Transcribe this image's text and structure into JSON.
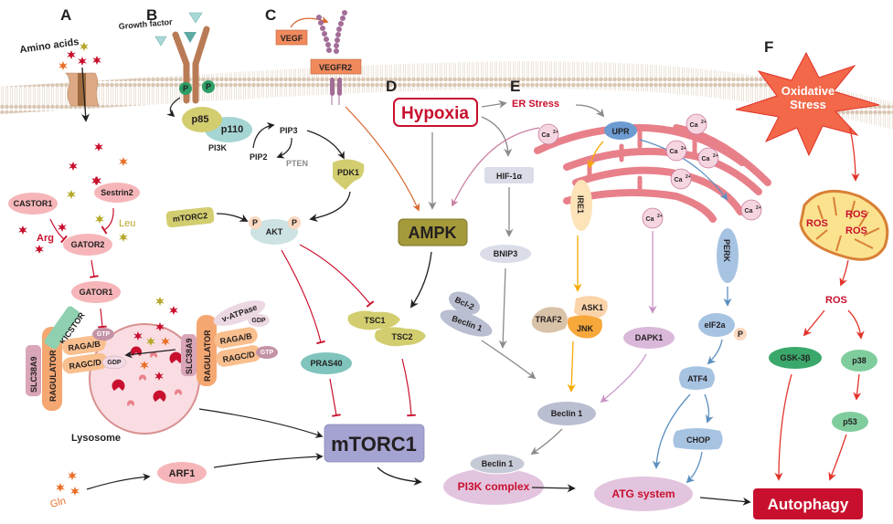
{
  "panels": [
    "A",
    "B",
    "C",
    "D",
    "E",
    "F"
  ],
  "panel_a": {
    "amino_acids": "Amino acids",
    "castor1": "CASTOR1",
    "sestrin2": "Sestrin2",
    "arg": "Arg",
    "leu": "Leu",
    "gator2": "GATOR2",
    "gator1": "GATOR1",
    "kicstor": "KICSTOR",
    "slc38a9_left": "SLC38A9",
    "ragulator_left": "RAGULATOR",
    "raga_b_left": "RAGA/B",
    "ragc_d_left": "RAGC/D",
    "gtp_left": "GTP",
    "gdp_left": "GDP",
    "slc38a9_right": "SLC38A9",
    "ragulator_right": "RAGULATOR",
    "v_atpase": "v-ATPase",
    "raga_b_right": "RAGA/B",
    "ragc_d_right": "RAGC/D",
    "gdp_right": "GDP",
    "gtp_right": "GTP",
    "lysosome": "Lysosome",
    "gln": "Gln",
    "arf1": "ARF1"
  },
  "panel_b": {
    "growth_factor": "Growth factor",
    "p_left": "P",
    "p_right": "P",
    "p85": "p85",
    "p110": "p110",
    "pi3k": "PI3K",
    "pip3": "PIP3",
    "pip2": "PIP2",
    "pten": "PTEN",
    "pdk1": "PDK1",
    "mtorc2": "mTORC2",
    "akt": "AKT",
    "akt_p1": "P",
    "akt_p2": "P",
    "pras40": "PRAS40",
    "tsc1": "TSC1",
    "tsc2": "TSC2"
  },
  "panel_c": {
    "vegf": "VEGF",
    "vegfr2": "VEGFR2"
  },
  "panel_d": {
    "hypoxia": "Hypoxia",
    "ampk": "AMPK",
    "hif1a": "HIF-1α",
    "bnip3": "BNIP3",
    "bcl2": "Bcl-2",
    "beclin1_complex": "Beclin 1"
  },
  "panel_e": {
    "er_stress": "ER Stress",
    "upr": "UPR",
    "ca": "Ca",
    "ca_sup": "2+",
    "ire1": "IRE1",
    "perk": "PERK",
    "traf2": "TRAF2",
    "ask1": "ASK1",
    "jnk": "JNK",
    "dapk1": "DAPK1",
    "eif2a": "eIF2a",
    "eif2a_p": "P",
    "atf4": "ATF4",
    "chop": "CHOP"
  },
  "panel_f": {
    "oxidative_stress_l1": "Oxidative",
    "oxidative_stress_l2": "Stress",
    "ros_mito": [
      "ROS",
      "ROS",
      "ROS"
    ],
    "ros": "ROS",
    "gsk3b": "GSK-3β",
    "p38": "p38",
    "p53": "p53"
  },
  "core": {
    "mtorc1": "mTORC1",
    "beclin1": "Beclin 1",
    "beclin1_pi3k": "Beclin 1",
    "pi3k_complex": "PI3K complex",
    "atg_system": "ATG system",
    "autophagy": "Autophagy"
  },
  "colors": {
    "membrane": "#d9c7b4",
    "inhibit": "#c8102e",
    "activate": "#231f20",
    "hypoxia_red": "#c8102e",
    "ampk": "#a59a3a",
    "mtorc1": "#a5a3d1",
    "autophagy": "#c8102e",
    "er": "#e8808a",
    "perk_blue": "#5b8fbf",
    "ire1_orange": "#f7a800",
    "ros_red": "#e2332a",
    "dapk_purple": "#c994c7"
  }
}
